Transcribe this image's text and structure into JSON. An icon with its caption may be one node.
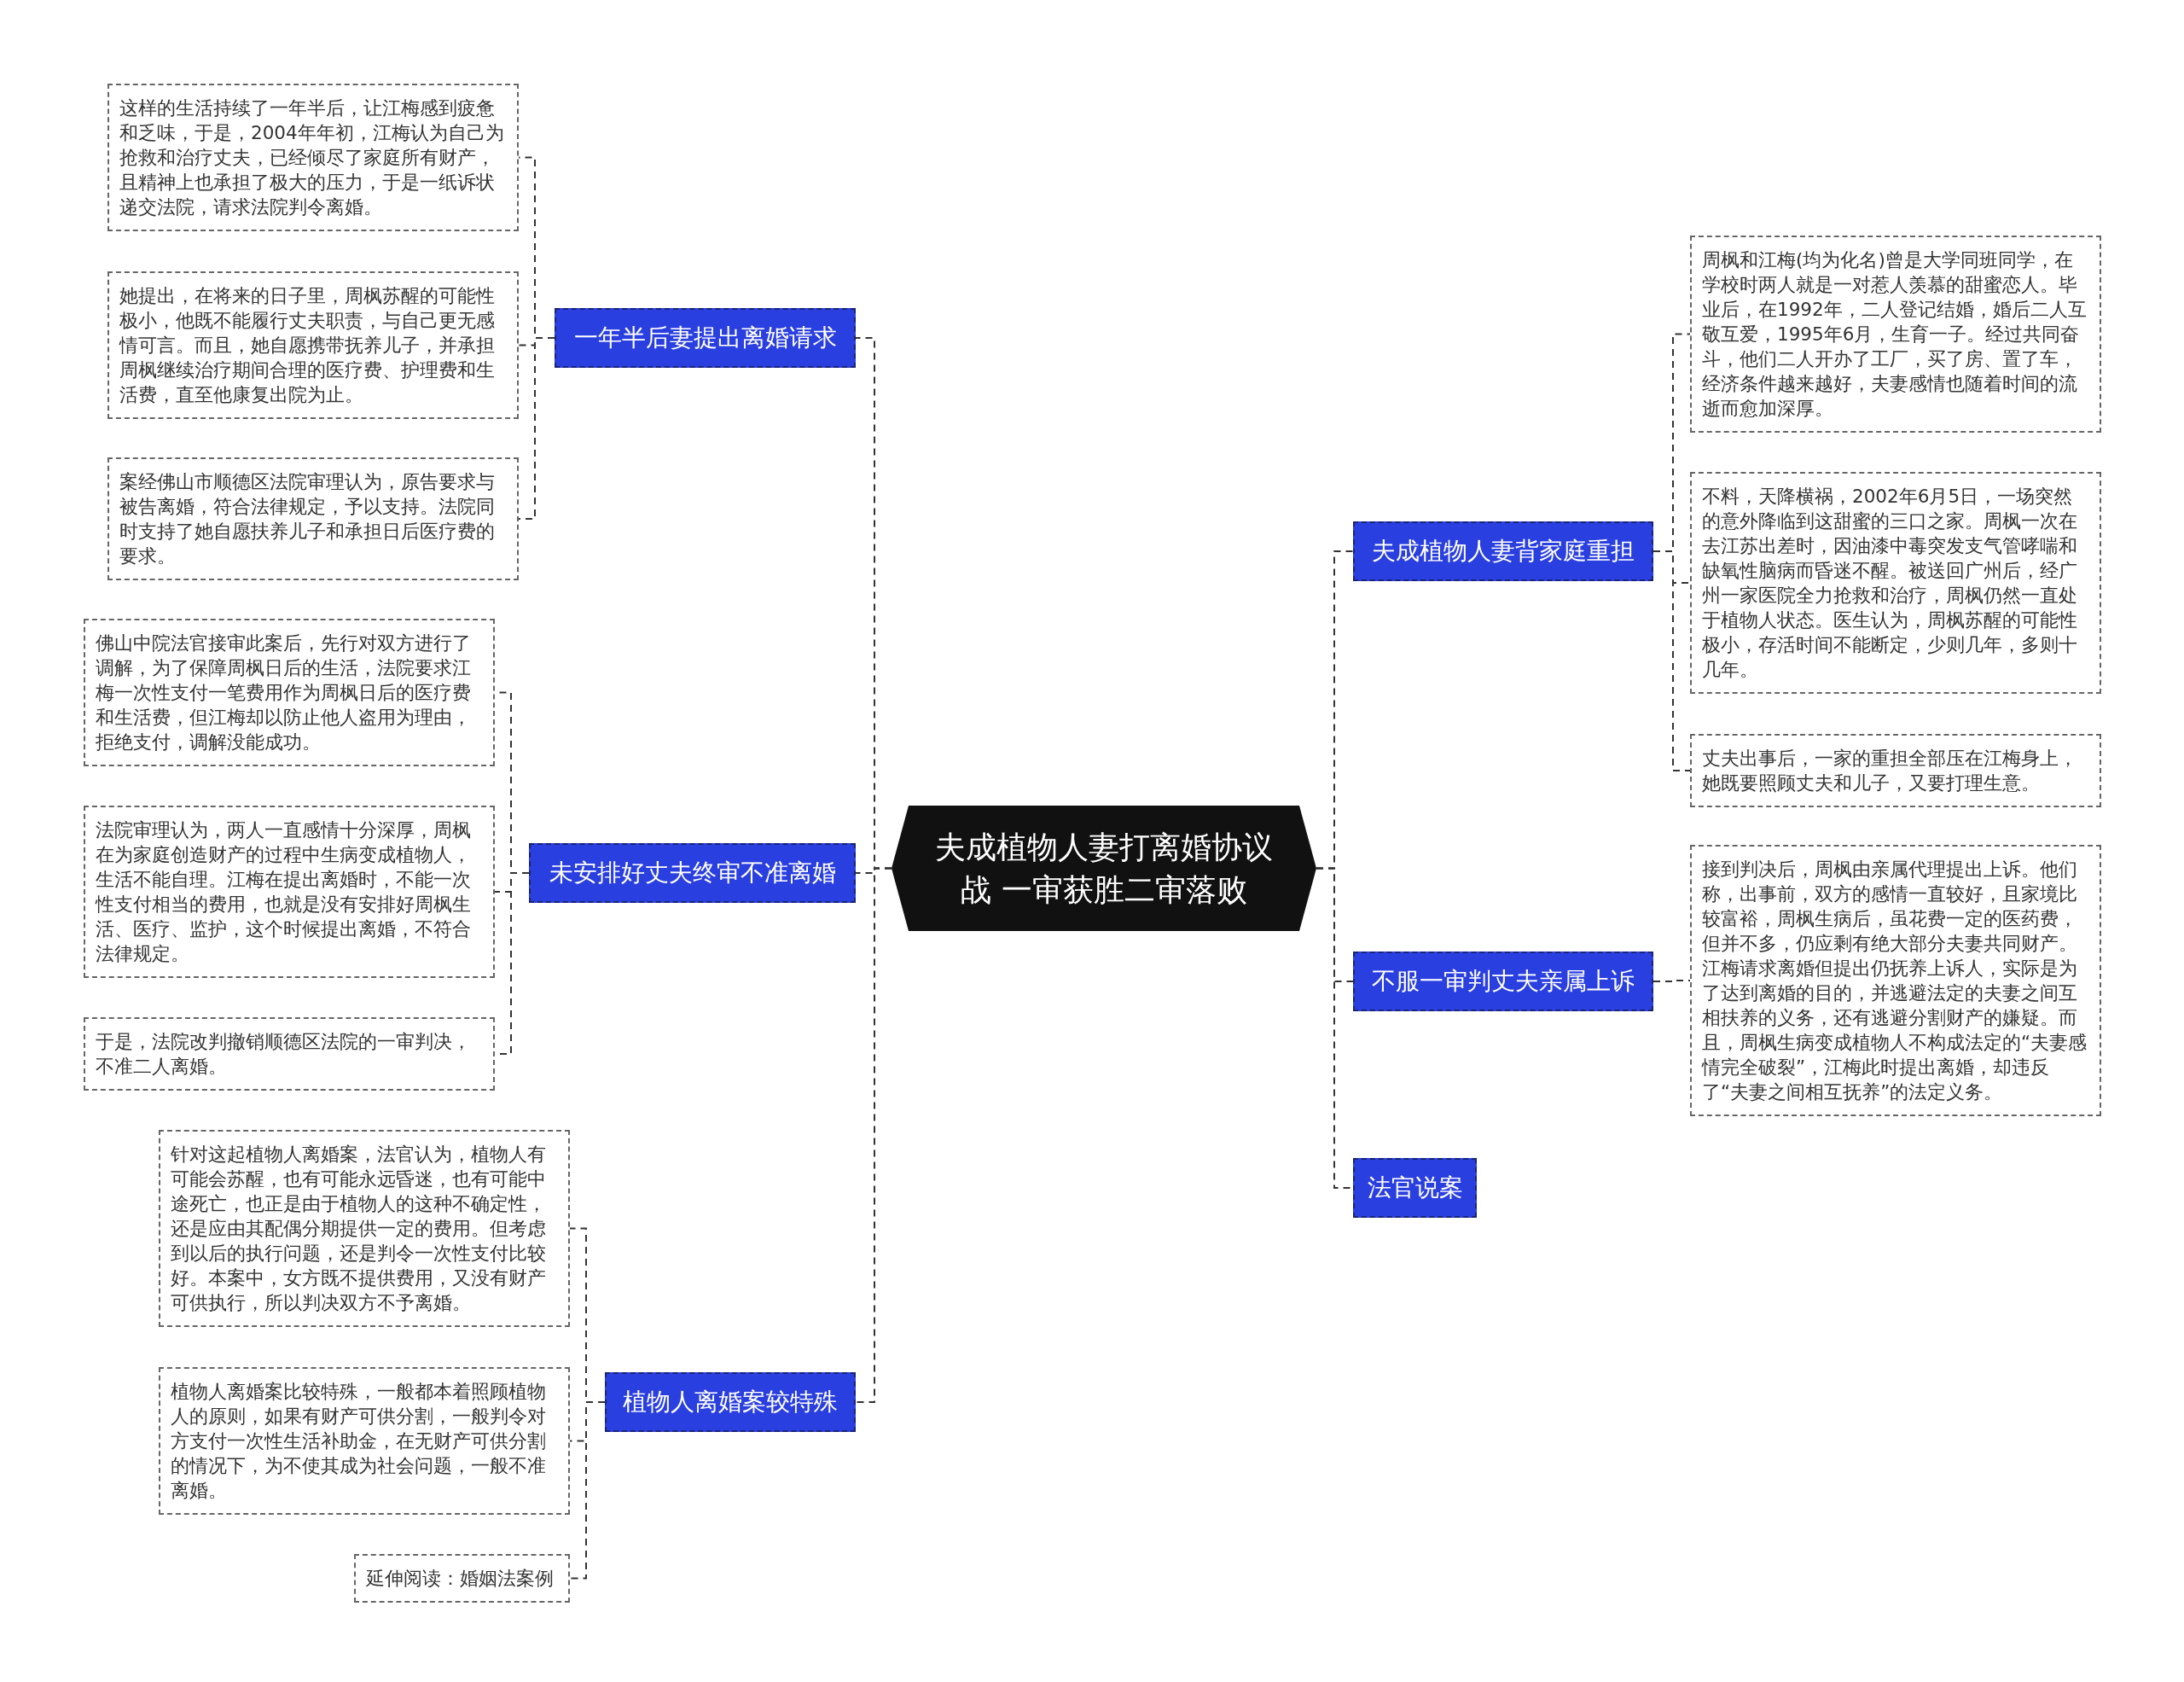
{
  "diagram": {
    "nodes": [
      {
        "text": [
          "夫成植物人妻打离婚协议战 一审获胜二审落败"
        ]
      },
      {
        "text": [
          "一年半后妻提出离婚请求"
        ]
      },
      {
        "text": [
          "这样的生活持续了一年半后，让江梅感到疲惫和乏味，于是，2004年年初，江梅认为自己为抢救和治疗丈夫，已经倾尽了家庭所有财产，且精神上也承担了极大的压力，于是一纸诉状递交法院，请求法院判令离婚。"
        ]
      },
      {
        "text": [
          "她提出，在将来的日子里，周枫苏醒的可能性极小，他既不能履行丈夫职责，与自己更无感情可言。而且，她自愿携带抚养儿子，并承担周枫继续治疗期间合理的医疗费、护理费和生活费，直至他康复出院为止。"
        ]
      },
      {
        "text": [
          "案经佛山市顺德区法院审理认为，原告要求与被告离婚，符合法律规定，予以支持。法院同时支持了她自愿扶养儿子和承担日后医疗费的要求。"
        ]
      },
      {
        "text": [
          "未安排好丈夫终审不准离婚"
        ]
      },
      {
        "text": [
          "佛山中院法官接审此案后，先行对双方进行了调解，为了保障周枫日后的生活，法院要求江梅一次性支付一笔费用作为周枫日后的医疗费和生活费，但江梅却以防止他人盗用为理由，拒绝支付，调解没能成功。"
        ]
      },
      {
        "text": [
          "法院审理认为，两人一直感情十分深厚，周枫在为家庭创造财产的过程中生病变成植物人，生活不能自理。江梅在提出离婚时，不能一次性支付相当的费用，也就是没有安排好周枫生活、医疗、监护，这个时候提出离婚，不符合法律规定。"
        ]
      },
      {
        "text": [
          "于是，法院改判撤销顺德区法院的一审判决，不准二人离婚。"
        ]
      },
      {
        "text": [
          "植物人离婚案较特殊"
        ]
      },
      {
        "text": [
          "针对这起植物人离婚案，法官认为，植物人有可能会苏醒，也有可能永远昏迷，也有可能中途死亡，也正是由于植物人的这种不确定性，还是应由其配偶分期提供一定的费用。但考虑到以后的执行问题，还是判令一次性支付比较好。本案中，女方既不提供费用，又没有财产可供执行，所以判决双方不予离婚。"
        ]
      },
      {
        "text": [
          "植物人离婚案比较特殊，一般都本着照顾植物人的原则，如果有财产可供分割，一般判令对方支付一次性生活补助金，在无财产可供分割的情况下，为不使其成为社会问题，一般不准离婚。"
        ]
      },
      {
        "text": [
          "延伸阅读：婚姻法案例"
        ]
      },
      {
        "text": [
          "夫成植物人妻背家庭重担"
        ]
      },
      {
        "text": [
          "周枫和江梅(均为化名)曾是大学同班同学，在学校时两人就是一对惹人羡慕的甜蜜恋人。毕业后，在1992年，二人登记结婚，婚后二人互敬互爱，1995年6月，生育一子。经过共同奋斗，他们二人开办了工厂，买了房、置了车，经济条件越来越好，夫妻感情也随着时间的流逝而愈加深厚。"
        ]
      },
      {
        "text": [
          "不料，天降横祸，2002年6月5日，一场突然的意外降临到这甜蜜的三口之家。周枫一次在去江苏出差时，因油漆中毒突发支气管哮喘和缺氧性脑病而昏迷不醒。被送回广州后，经广州一家医院全力抢救和治疗，周枫仍然一直处于植物人状态。医生认为，周枫苏醒的可能性极小，存活时间不能断定，少则几年，多则十几年。"
        ]
      },
      {
        "text": [
          "丈夫出事后，一家的重担全部压在江梅身上，她既要照顾丈夫和儿子，又要打理生意。"
        ]
      },
      {
        "text": [
          "不服一审判丈夫亲属上诉"
        ]
      },
      {
        "text": [
          "接到判决后，周枫由亲属代理提出上诉。他们称，出事前，双方的感情一直较好，且家境比较富裕，周枫生病后，虽花费一定的医药费，但并不多，仍应剩有绝大部分夫妻共同财产。江梅请求离婚但提出仍抚养上诉人，实际是为了达到离婚的目的，并逃避法定的夫妻之间互相扶养的义务，还有逃避分割财产的嫌疑。而且，周枫生病变成植物人不构成法定的“夫妻感情完全破裂”，江梅此时提出离婚，却违反了“夫妻之间相互抚养”的法定义务。"
        ]
      },
      {
        "text": [
          "法官说案"
        ]
      }
    ],
    "edges": [
      {
        "from": 0,
        "to": 1,
        "arrow": "none",
        "style": "dashed"
      },
      {
        "from": 1,
        "to": 2,
        "arrow": "none",
        "style": "dashed"
      },
      {
        "from": 1,
        "to": 3,
        "arrow": "none",
        "style": "dashed"
      },
      {
        "from": 1,
        "to": 4,
        "arrow": "none",
        "style": "dashed"
      },
      {
        "from": 0,
        "to": 5,
        "arrow": "none",
        "style": "dashed"
      },
      {
        "from": 5,
        "to": 6,
        "arrow": "none",
        "style": "dashed"
      },
      {
        "from": 5,
        "to": 7,
        "arrow": "none",
        "style": "dashed"
      },
      {
        "from": 5,
        "to": 8,
        "arrow": "none",
        "style": "dashed"
      },
      {
        "from": 0,
        "to": 9,
        "arrow": "none",
        "style": "dashed"
      },
      {
        "from": 9,
        "to": 10,
        "arrow": "none",
        "style": "dashed"
      },
      {
        "from": 9,
        "to": 11,
        "arrow": "none",
        "style": "dashed"
      },
      {
        "from": 9,
        "to": 12,
        "arrow": "none",
        "style": "dashed"
      },
      {
        "from": 0,
        "to": 13,
        "arrow": "none",
        "style": "dashed"
      },
      {
        "from": 13,
        "to": 14,
        "arrow": "none",
        "style": "dashed"
      },
      {
        "from": 13,
        "to": 15,
        "arrow": "none",
        "style": "dashed"
      },
      {
        "from": 13,
        "to": 16,
        "arrow": "none",
        "style": "dashed"
      },
      {
        "from": 0,
        "to": 17,
        "arrow": "none",
        "style": "dashed"
      },
      {
        "from": 17,
        "to": 18,
        "arrow": "none",
        "style": "dashed"
      },
      {
        "from": 0,
        "to": 19,
        "arrow": "none",
        "style": "dashed"
      }
    ]
  }
}
